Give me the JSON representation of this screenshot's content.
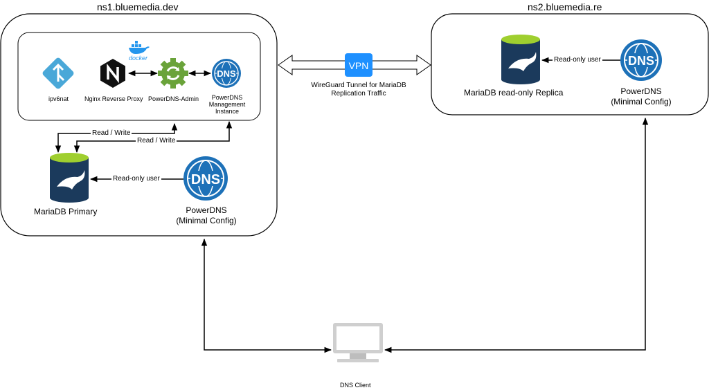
{
  "hosts": {
    "ns1": {
      "title": "ns1.bluemedia.dev"
    },
    "ns2": {
      "title": "ns2.bluemedia.re"
    }
  },
  "docker": {
    "label": "docker"
  },
  "nodes": {
    "ipv6nat": "ipv6nat",
    "nginx": "Nginx Reverse Proxy",
    "pdns_admin": "PowerDNS-Admin",
    "pdns_mgmt": [
      "PowerDNS",
      "Management",
      "Instance"
    ],
    "maria_primary": "MariaDB Primary",
    "pdns_ns1": [
      "PowerDNS",
      "(Minimal Config)"
    ],
    "maria_replica": "MariaDB read-only Replica",
    "pdns_ns2": [
      "PowerDNS",
      "(Minimal Config)"
    ],
    "dns_client": "DNS Client"
  },
  "vpn": {
    "badge": "VPN",
    "caption": [
      "WireGuard Tunnel for MariaDB",
      "Replication Traffic"
    ]
  },
  "edges": {
    "rw1": "Read / Write",
    "rw2": "Read / Write",
    "ro_ns1": "Read-only user",
    "ro_ns2": "Read-only user"
  },
  "icons": {
    "dns": "DNS",
    "nginx": "N"
  },
  "colors": {
    "ipv6nat": "#4aa8d8",
    "nginx": "#111111",
    "pdns_admin": "#6aa33a",
    "dns_blue": "#1d71b8",
    "db_body": "#1b3a5c",
    "db_top": "#9fcf2f",
    "vpn": "#1e90ff",
    "monitor": "#cfcfcf",
    "docker": "#2496ed"
  }
}
